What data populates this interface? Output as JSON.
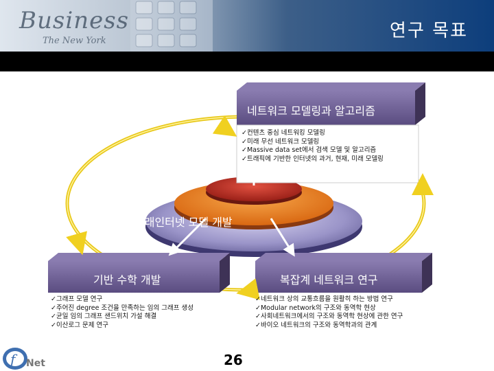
{
  "header": {
    "title": "연구 목표",
    "brand_text": "Business",
    "brand_sub": "The New York"
  },
  "diagram": {
    "top_box": {
      "label": "네트워크 모델링과 알고리즘",
      "bullets": [
        "컨텐츠 중심 네트워킹 모델링",
        "미래 무선 네트워크 모델링",
        "Massive data set에서 검색 모델 및 알고리즘",
        "트래픽에 기반한 인터넷의 과거, 현재, 미래 모델링"
      ]
    },
    "center_label": "미래인터넷 모델 개발",
    "left_box": {
      "label": "기반 수학 개발",
      "bullets": [
        "그래프 모델 연구",
        "주어진 degree 조건을 만족하는 임의 그래프 생성",
        "균일 임의 그래프 샌드위치 가설 해결",
        "이산로그 문제 연구"
      ]
    },
    "right_box": {
      "label": "복잡계 네트워크 연구",
      "bullets": [
        "네트워크 상의 교통흐름을 원활히 하는 방법 연구",
        "Modular network의 구조와 동역학 현상",
        "사회네트워크에서의 구조와 동역학 현상에 관한 연구",
        "바이오 네트워크의 구조와 동역학과의 관계"
      ]
    }
  },
  "footer": {
    "page_number": "26",
    "logo_text": "Net"
  },
  "colors": {
    "box_top": "#6a5c8e",
    "box_right": "#3e3256",
    "box_shadow": "#2a2040",
    "disc_outer": "#9a94c8",
    "disc_red": "#c0392b",
    "disc_orange": "#e8781c",
    "ring": "#f0d020",
    "header_blue": "#0d3e7c"
  }
}
